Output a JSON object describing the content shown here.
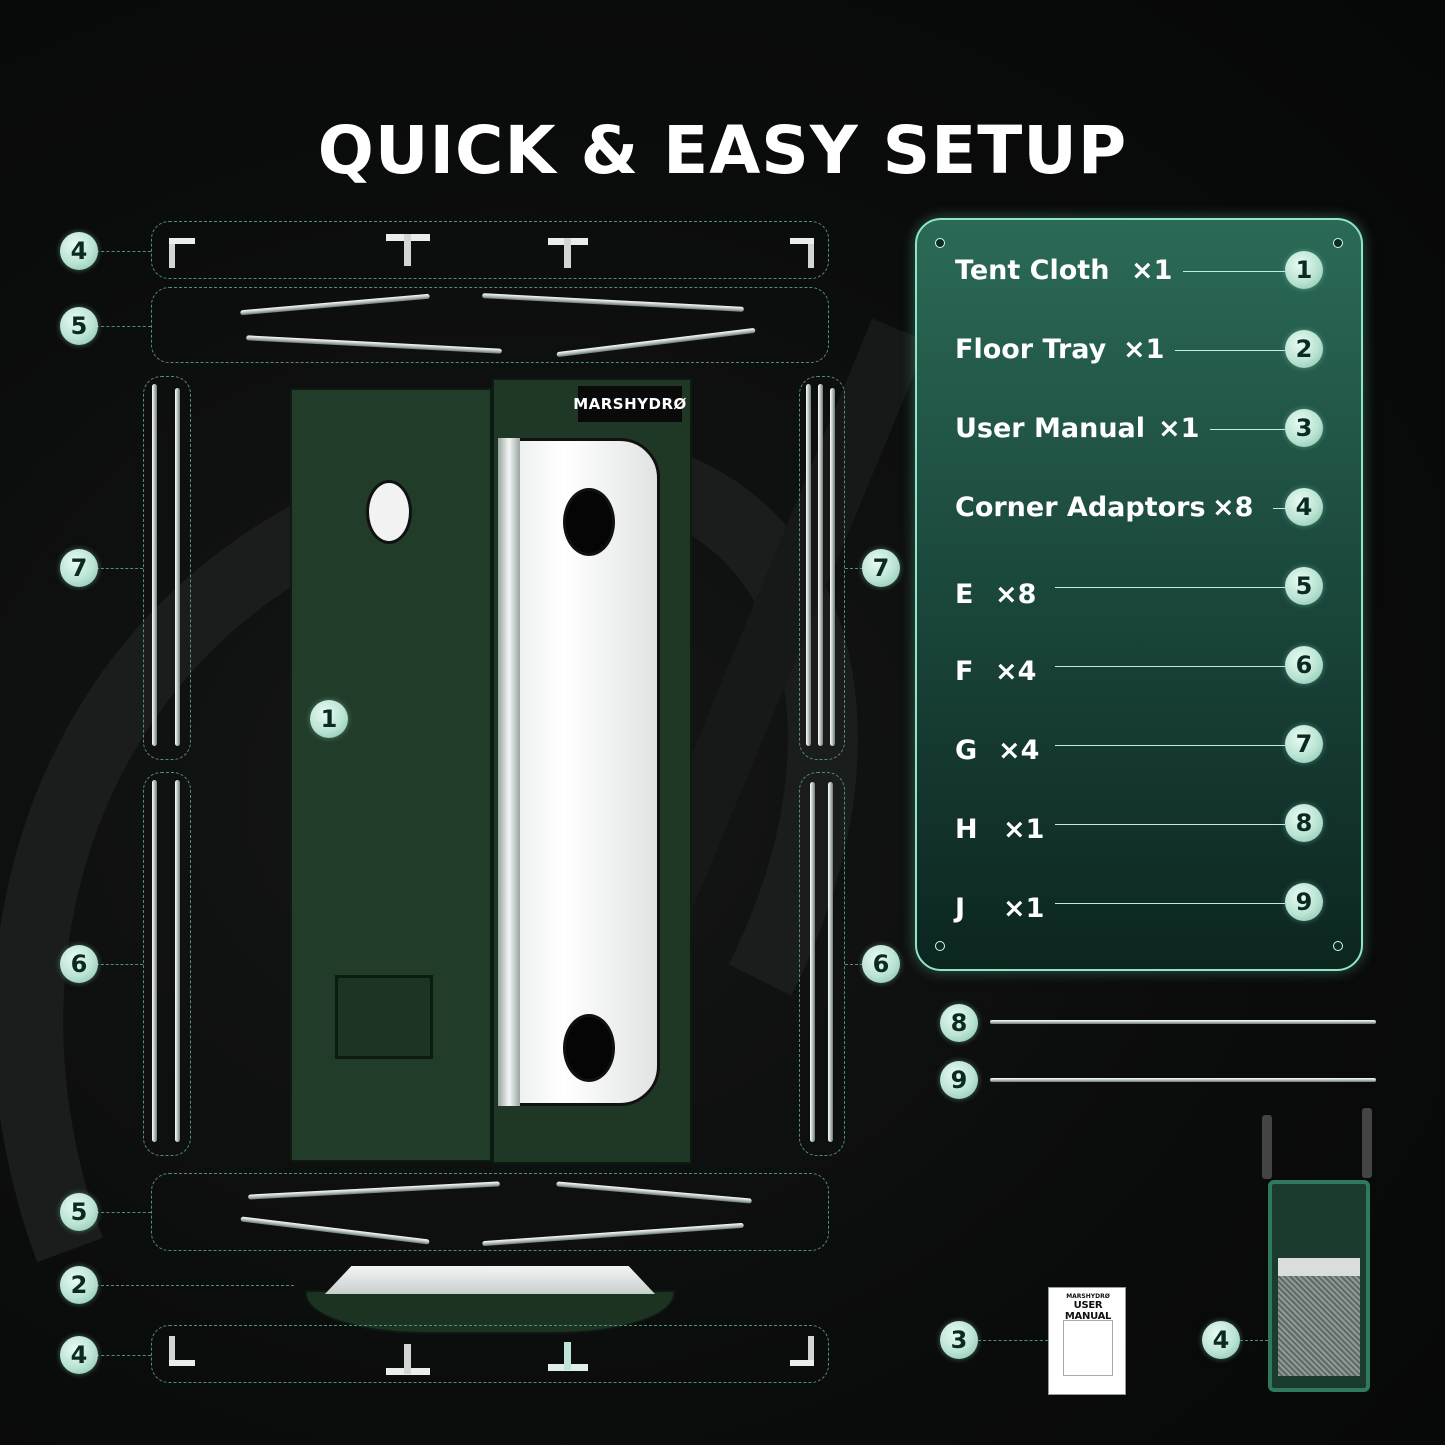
{
  "title": "QUICK & EASY SETUP",
  "brand": "MARSHYDRØ",
  "manual": {
    "brand": "MARSHYDRØ",
    "title": "USER MANUAL"
  },
  "panel_items": [
    {
      "label": "Tent Cloth",
      "qty": "×1",
      "num": "1"
    },
    {
      "label": "Floor Tray",
      "qty": "×1",
      "num": "2"
    },
    {
      "label": "User Manual",
      "qty": "×1",
      "num": "3"
    },
    {
      "label": "Corner Adaptors",
      "qty": "×8",
      "num": "4"
    },
    {
      "label": "E",
      "qty": "×8",
      "num": "5"
    },
    {
      "label": "F",
      "qty": "×4",
      "num": "6"
    },
    {
      "label": "G",
      "qty": "×4",
      "num": "7"
    },
    {
      "label": "H",
      "qty": "×1",
      "num": "8"
    },
    {
      "label": "J",
      "qty": "×1",
      "num": "9"
    }
  ],
  "callouts": {
    "top_corners": "4",
    "top_poles": "5",
    "left_upper": "7",
    "left_lower": "6",
    "right_upper": "7",
    "right_lower": "6",
    "tent": "1",
    "bottom_poles": "5",
    "tray": "2",
    "bottom_corners": "4",
    "pole_h": "8",
    "pole_j": "9",
    "manual": "3",
    "bag": "4"
  },
  "colors": {
    "accent": "#8fe6c7",
    "panel_top": "#2b6a57",
    "tent_green": "#223c2a"
  }
}
